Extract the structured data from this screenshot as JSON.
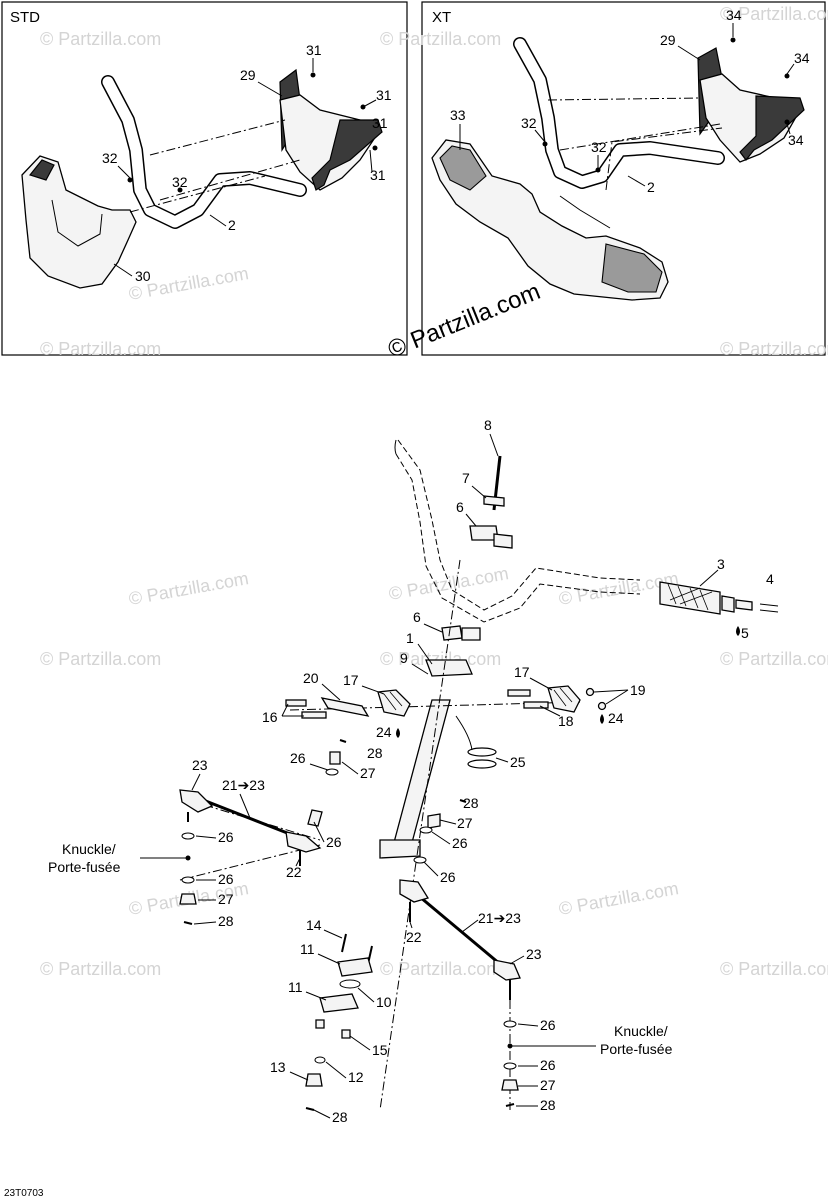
{
  "panels": {
    "std": {
      "title": "STD"
    },
    "xt": {
      "title": "XT"
    }
  },
  "watermark": {
    "small": "© Partzilla.com",
    "large": "© Partzilla.com"
  },
  "callouts": {
    "std": {
      "c31a": "31",
      "c31b": "31",
      "c31c": "31",
      "c29": "29",
      "c32a": "32",
      "c32b": "32",
      "c2": "2",
      "c30": "30"
    },
    "xt": {
      "c34a": "34",
      "c34b": "34",
      "c34c": "34",
      "c29": "29",
      "c33": "33",
      "c32a": "32",
      "c32b": "32",
      "c2": "2"
    },
    "main": {
      "c8": "8",
      "c7": "7",
      "c6a": "6",
      "c3": "3",
      "c4": "4",
      "c5": "5",
      "c6b": "6",
      "c1": "1",
      "c9": "9",
      "c20": "20",
      "c17a": "17",
      "c16": "16",
      "c24a": "24",
      "c17b": "17",
      "c19": "19",
      "c18": "18",
      "c24b": "24",
      "c25": "25",
      "c26a": "26",
      "c28a": "28",
      "c27a": "27",
      "c23a": "23",
      "c21a": "21➔23",
      "c26b": "26",
      "c22a": "22",
      "c28b": "28",
      "c27b": "27",
      "c26c": "26",
      "c26d": "26",
      "c26e": "26",
      "c27c": "27",
      "c28c": "28",
      "c14": "14",
      "c11a": "11",
      "c22b": "22",
      "c21b": "21➔23",
      "c23b": "23",
      "c11b": "11",
      "c10": "10",
      "c15": "15",
      "c13": "13",
      "c12": "12",
      "c28d": "28",
      "c26f": "26",
      "c26g": "26",
      "c27d": "27",
      "c28e": "28"
    }
  },
  "knuckle": {
    "left": {
      "line1": "Knuckle/",
      "line2": "Porte-fusée"
    },
    "right": {
      "line1": "Knuckle/",
      "line2": "Porte-fusée"
    }
  },
  "footer": {
    "code": "23T0703"
  }
}
